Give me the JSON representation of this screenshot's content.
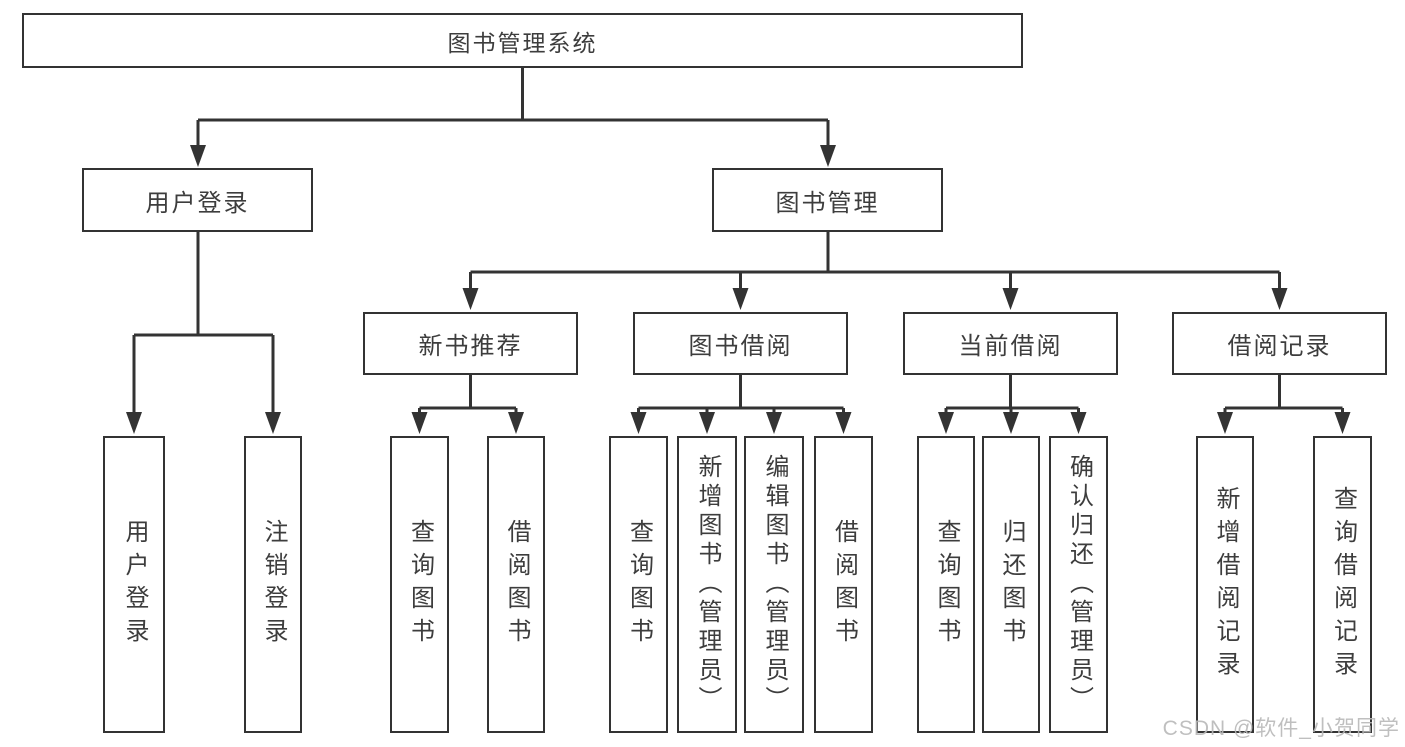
{
  "diagram_type": "hierarchy",
  "tree": {
    "root": "图书管理系统",
    "groups": [
      {
        "label": "用户登录",
        "leaves": [
          "用户登录",
          "注销登录"
        ]
      },
      {
        "label": "图书管理",
        "sections": [
          {
            "label": "新书推荐",
            "leaves": [
              "查询图书",
              "借阅图书"
            ]
          },
          {
            "label": "图书借阅",
            "leaves": [
              "查询图书",
              "新增图书（管理员）",
              "编辑图书（管理员）",
              "借阅图书"
            ]
          },
          {
            "label": "当前借阅",
            "leaves": [
              "查询图书",
              "归还图书",
              "确认归还（管理员）"
            ]
          },
          {
            "label": "借阅记录",
            "leaves": [
              "新增借阅记录",
              "查询借阅记录"
            ]
          }
        ]
      }
    ]
  },
  "watermark": "CSDN @软件_小贺同学",
  "colors": {
    "line": "#333333",
    "box_border": "#333333",
    "box_fill": "#ffffff",
    "text": "#3d3d3d",
    "watermark": "#b9b9b9",
    "background": "#ffffff"
  }
}
